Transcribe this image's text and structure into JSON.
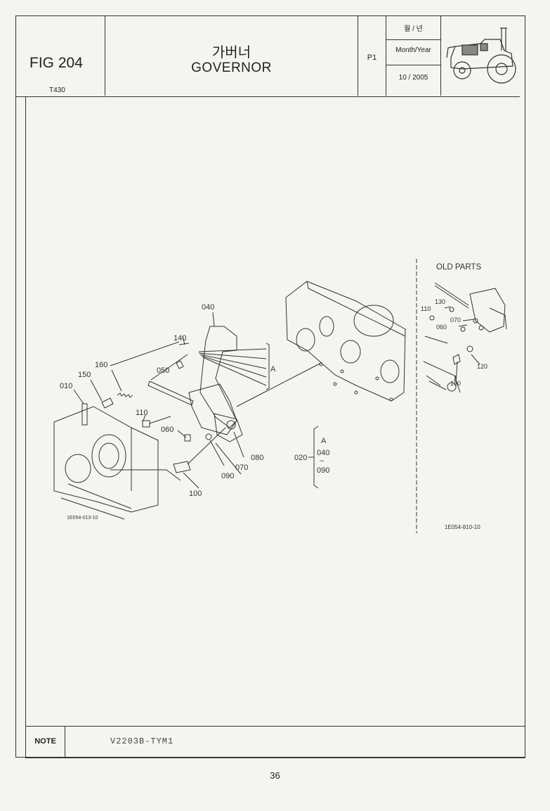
{
  "header": {
    "fig_label": "FIG 204",
    "model": "T430",
    "title_korean": "가버너",
    "title_english": "GOVERNOR",
    "page_code": "P1",
    "date_korean": "월 / 년",
    "date_label": "Month/Year",
    "date_value": "10 / 2005",
    "tractor_icon": "tractor-icon"
  },
  "diagram": {
    "main_parts": [
      "040",
      "140",
      "160",
      "050",
      "150",
      "010",
      "110",
      "060",
      "080",
      "090",
      "070",
      "100"
    ],
    "group_label": "A",
    "assembly": {
      "part": "020",
      "ref": "A",
      "from": "040",
      "to": "090"
    },
    "main_code": "1E054-013-10",
    "old_parts": {
      "title": "OLD PARTS",
      "parts": [
        "130",
        "110",
        "070",
        "060",
        "120",
        "100"
      ],
      "code": "1E054-810-10"
    }
  },
  "note": {
    "label": "NOTE",
    "value": "V2203B-TYM1"
  },
  "page_number": "36"
}
